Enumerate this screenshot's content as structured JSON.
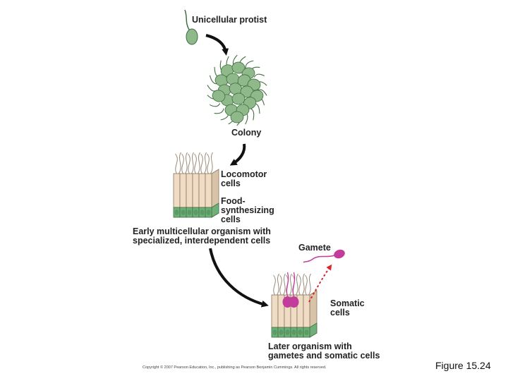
{
  "labels": {
    "unicellular": "Unicellular protist",
    "colony": "Colony",
    "locomotor": "Locomotor\ncells",
    "food": "Food-\nsynthesizing\ncells",
    "early": "Early multicellular organism with\nspecialized, interdependent cells",
    "gamete": "Gamete",
    "somatic": "Somatic\ncells",
    "later": "Later organism with\ngametes and somatic cells"
  },
  "copyright": "Copyright © 2007 Pearson Education, Inc., publishing as Pearson Benjamin Cummings. All rights reserved.",
  "figure_caption": "Figure 15.24",
  "colors": {
    "cell_green": "#8fb98a",
    "cell_outline": "#3f6f3f",
    "tissue_tan": "#f0dcc4",
    "tissue_base": "#6fb07a",
    "gamete_magenta": "#c23c9c",
    "arrow": "#111111",
    "dashed_arrow": "#d8262b"
  }
}
